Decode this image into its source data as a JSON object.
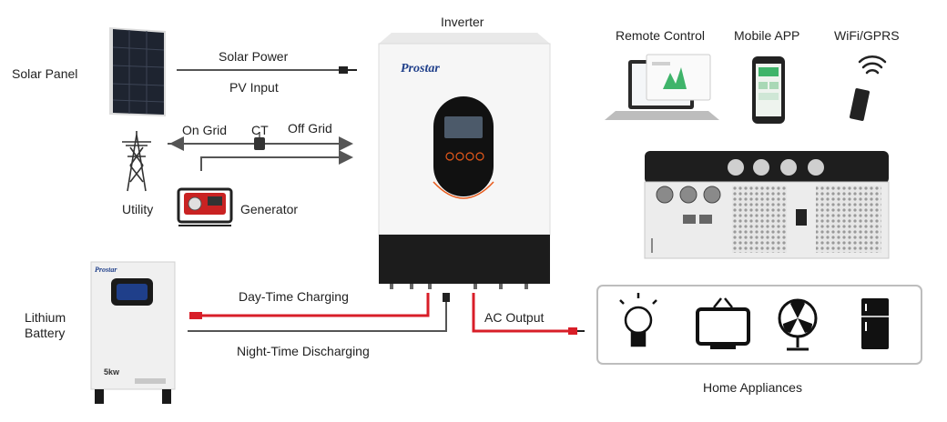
{
  "labels": {
    "inverter": "Inverter",
    "solar_panel": "Solar Panel",
    "solar_power": "Solar Power",
    "pv_input": "PV Input",
    "on_grid": "On Grid",
    "ct": "CT",
    "off_grid": "Off Grid",
    "utility": "Utility",
    "generator": "Generator",
    "lithium": "Lithium",
    "battery": "Battery",
    "day_charging": "Day-Time Charging",
    "night_discharging": "Night-Time Discharging",
    "ac_output": "AC Output",
    "remote_control": "Remote Control",
    "mobile_app": "Mobile APP",
    "wifi_gprs": "WiFi/GPRS",
    "home_appliances": "Home Appliances"
  },
  "brand": {
    "logo_text": "Prostar",
    "battery_capacity": "5kw"
  },
  "colors": {
    "charge_line": "#d81e28",
    "discharge_line": "#555555",
    "inverter_body": "#f4f4f4",
    "inverter_base": "#1c1c1c",
    "accent": "#e85a1b"
  },
  "icons": [
    "solar-panel-icon",
    "utility-tower-icon",
    "generator-icon",
    "inverter-icon",
    "lithium-battery-icon",
    "laptop-icon",
    "phone-icon",
    "wifi-dongle-icon",
    "inverter-rear-icon",
    "light-bulb-icon",
    "tv-icon",
    "fan-icon",
    "fridge-icon",
    "ct-clamp-icon"
  ]
}
